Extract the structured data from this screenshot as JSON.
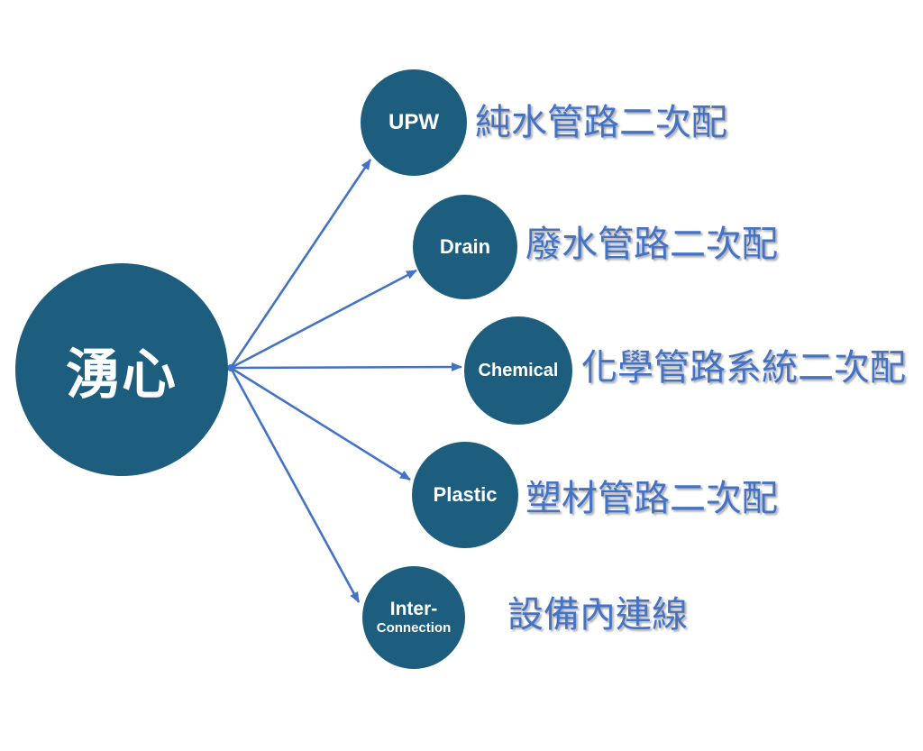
{
  "colors": {
    "background": "#ffffff",
    "node-fill": "#1D5E7E",
    "node-text": "#ffffff",
    "arrow": "#4472C4",
    "label-text": "#4472C4"
  },
  "diagram": {
    "type": "radial-hub-spoke",
    "root": {
      "label": "湧心"
    },
    "nodes": [
      {
        "id": "upw",
        "label": "UPW",
        "description": "純水管路二次配"
      },
      {
        "id": "drain",
        "label": "Drain",
        "description": "廢水管路二次配"
      },
      {
        "id": "chemical",
        "label": "Chemical",
        "description": "化學管路系統二次配"
      },
      {
        "id": "plastic",
        "label": "Plastic",
        "description": "塑材管路二次配"
      },
      {
        "id": "inter-connection",
        "label": "Inter-",
        "label_line2": "Connection",
        "description": "設備內連線"
      }
    ]
  }
}
